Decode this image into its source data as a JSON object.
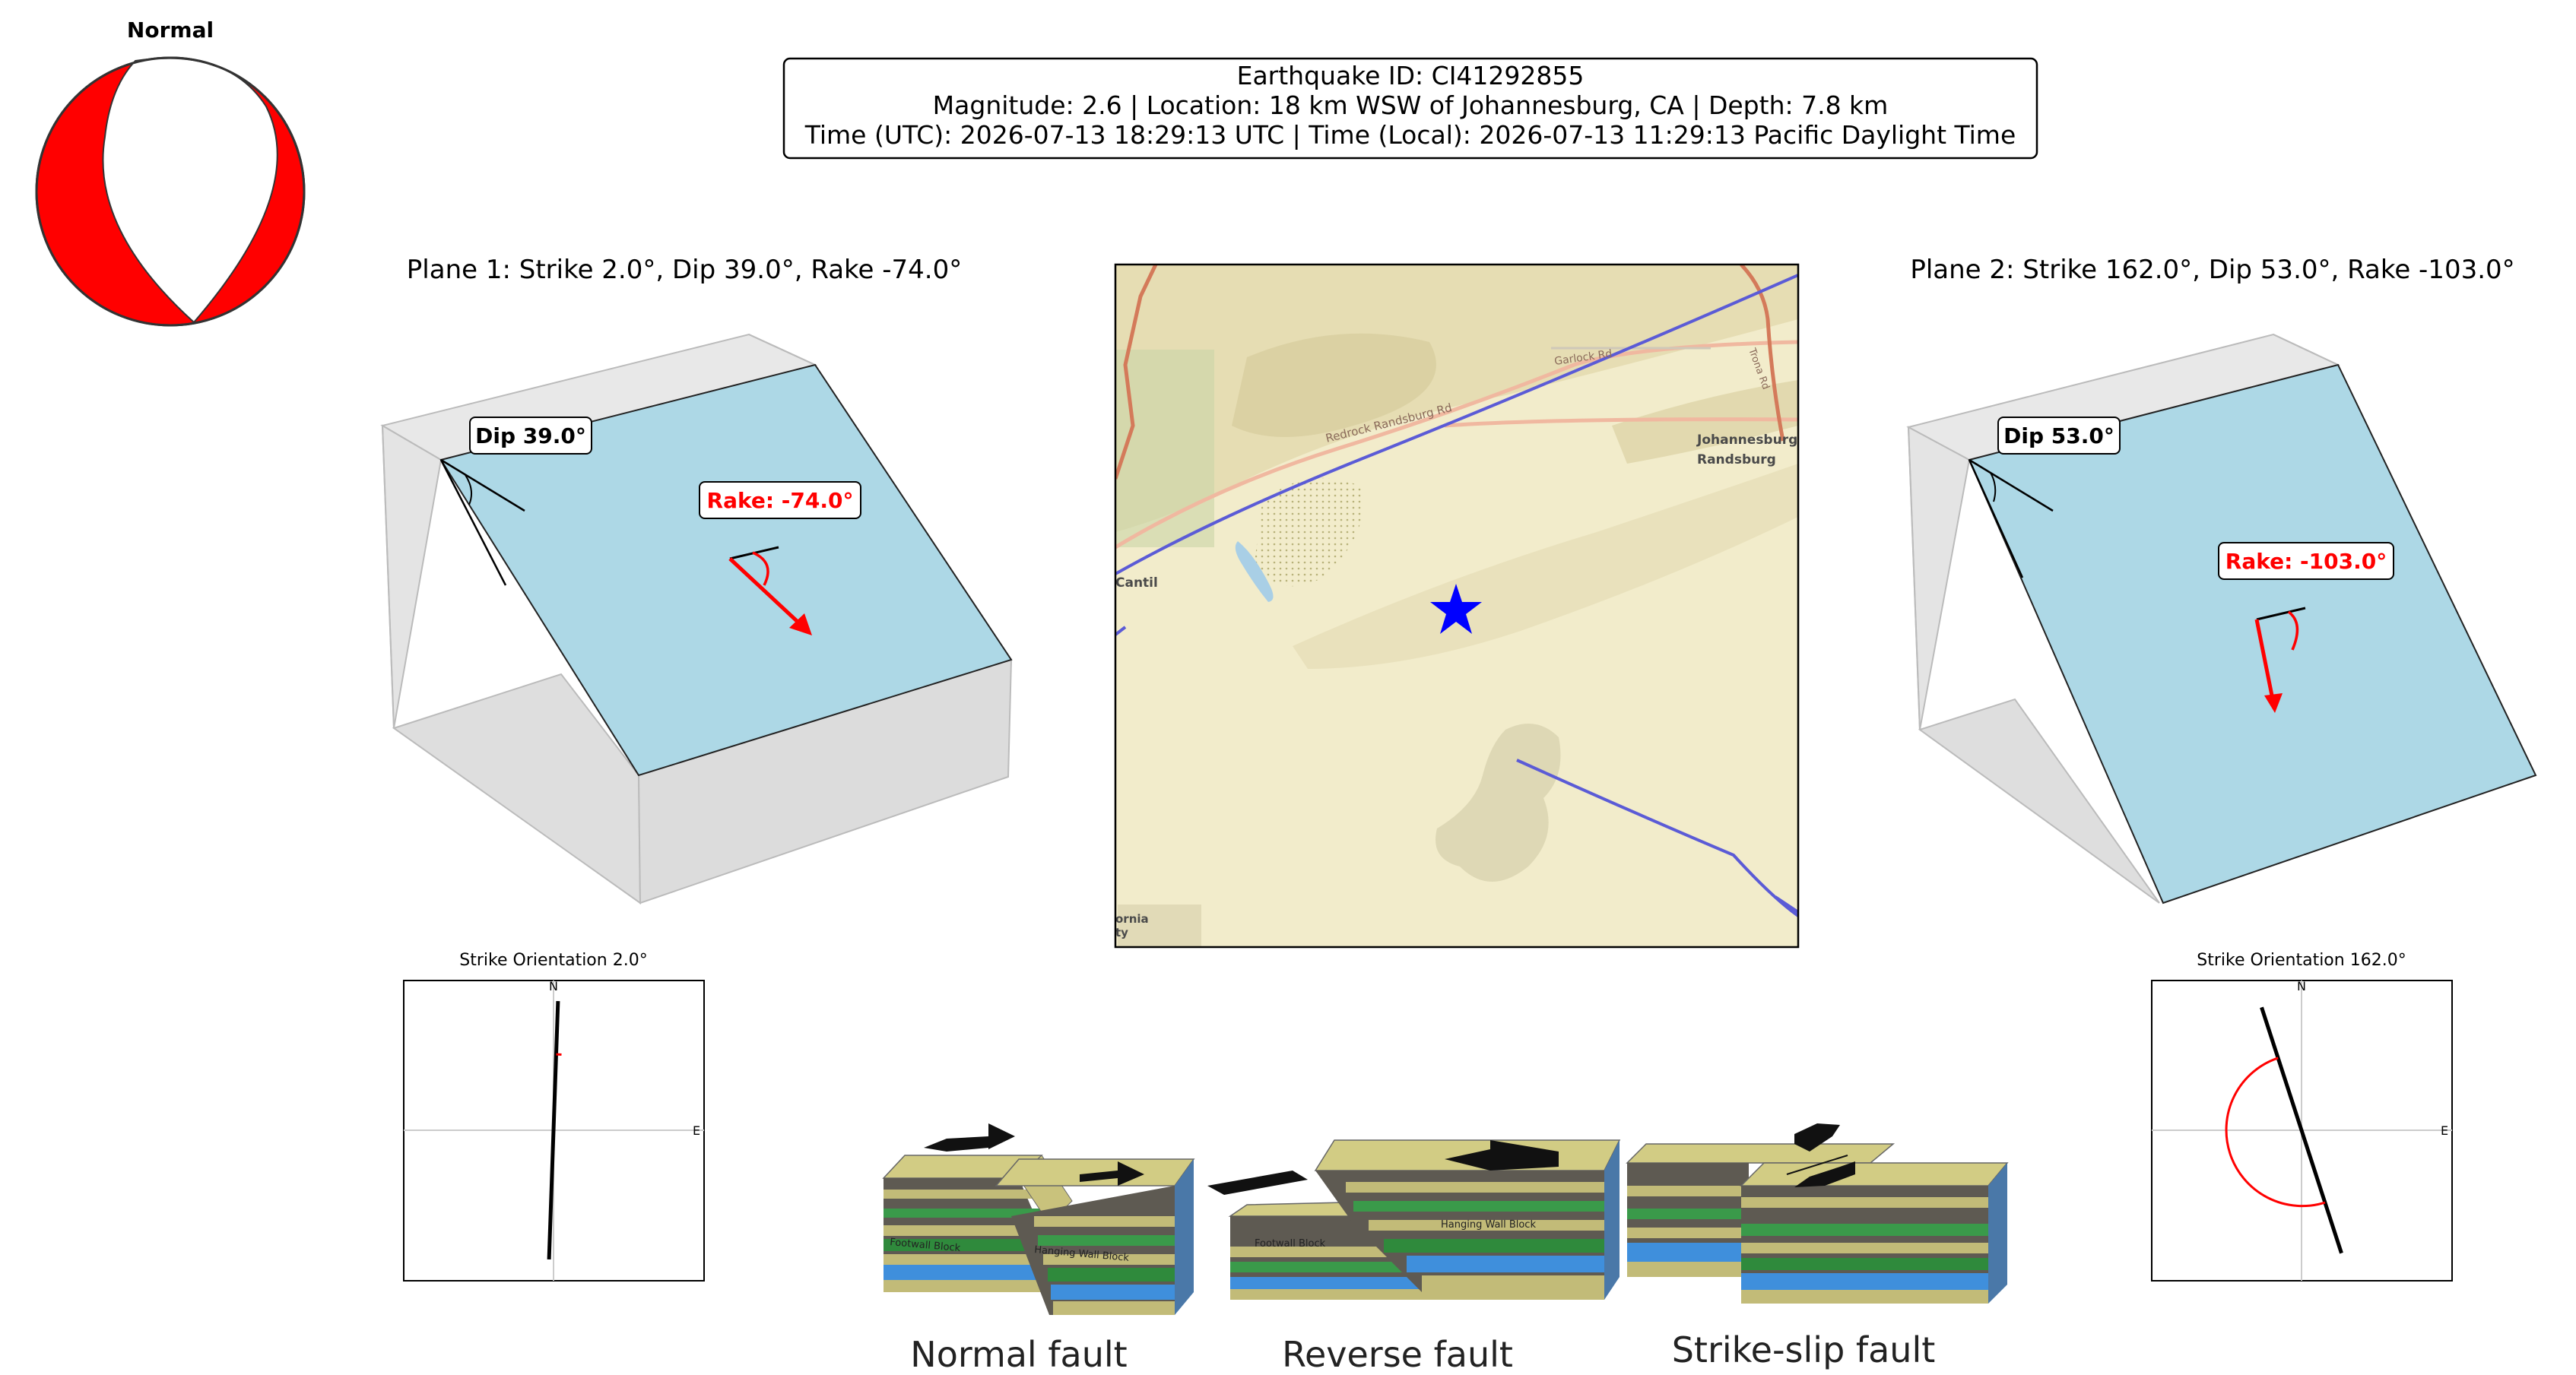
{
  "beachball": {
    "label": "Normal",
    "fill_color": "#ff0000"
  },
  "info": {
    "line1": "Earthquake ID: CI41292855",
    "line2": "Magnitude: 2.6 | Location: 18 km WSW of Johannesburg, CA | Depth: 7.8 km",
    "line3": "Time (UTC): 2026-07-13 18:29:13 UTC | Time (Local): 2026-07-13 11:29:13 Pacific Daylight Time"
  },
  "plane1": {
    "title": "Plane 1: Strike 2.0°, Dip 39.0°, Rake -74.0°",
    "dip_label": "Dip 39.0°",
    "rake_label": "Rake: -74.0°",
    "compass_title": "Strike Orientation 2.0°",
    "strike_deg": 2.0,
    "rake_deg": -74.0
  },
  "plane2": {
    "title": "Plane 2: Strike 162.0°, Dip 53.0°, Rake -103.0°",
    "dip_label": "Dip 53.0°",
    "rake_label": "Rake: -103.0°",
    "compass_title": "Strike Orientation 162.0°",
    "strike_deg": 162.0,
    "rake_deg": -103.0
  },
  "compass": {
    "north": "N",
    "east": "E"
  },
  "map": {
    "places": [
      "Johannesburg",
      "Randsburg",
      "Cantil",
      "ornia",
      "ty"
    ],
    "roads": [
      "Redrock Randsburg Rd",
      "Garlock Rd",
      "Trona Rd"
    ]
  },
  "fault_types": {
    "normal": "Normal fault",
    "reverse": "Reverse fault",
    "strike_slip": "Strike-slip fault",
    "footwall": "Footwall Block",
    "hanging_wall": "Hanging Wall Block"
  },
  "colors": {
    "plane": "#add8e6",
    "rake": "#ff0000",
    "epicenter": "#0000ff",
    "fault_line": "#5b5bd6"
  }
}
